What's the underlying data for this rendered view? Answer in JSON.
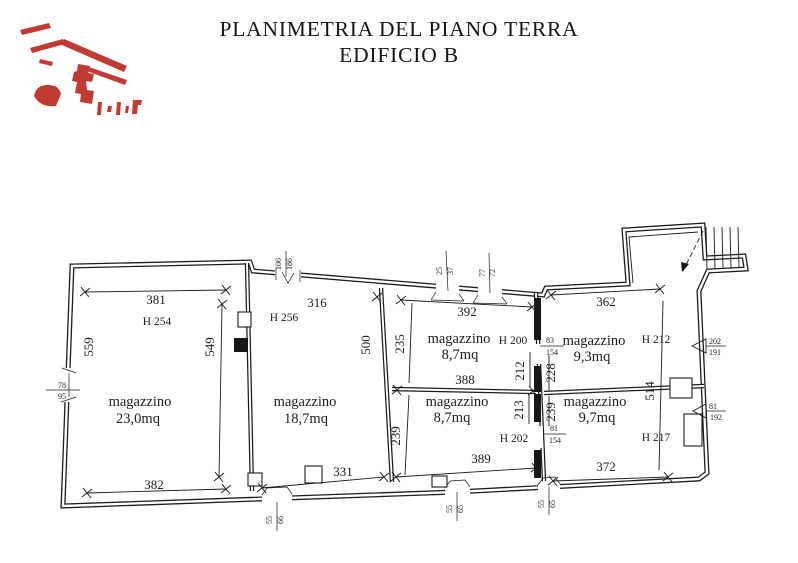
{
  "title": {
    "line1": "PLANIMETRIA DEL PIANO TERRA",
    "line2": "EDIFICIO B"
  },
  "colors": {
    "ink": "#1c1c1c",
    "logo_red": "#c23b33",
    "paper": "#ffffff"
  },
  "rooms": [
    {
      "label": "magazzino",
      "area": "23,0mq",
      "height": "H 254"
    },
    {
      "label": "magazzino",
      "area": "18,7mq",
      "height": "H 256"
    },
    {
      "label": "magazzino",
      "area": "8,7mq",
      "height": "H 200"
    },
    {
      "label": "magazzino",
      "area": "9,3mq",
      "height": "H 212"
    },
    {
      "label": "magazzino",
      "area": "8,7mq",
      "height": "H 202"
    },
    {
      "label": "magazzino",
      "area": "9,7mq",
      "height": "H 217"
    }
  ],
  "dims": {
    "d381": "381",
    "d382": "382",
    "d559": "559",
    "d549": "549",
    "d316": "316",
    "d331": "331",
    "d500": "500",
    "d392": "392",
    "d388": "388",
    "d389": "389",
    "d235": "235",
    "d239_left": "239",
    "d212": "212",
    "d228": "228",
    "d213": "213",
    "d239_right": "239",
    "d362": "362",
    "d372": "372",
    "d514": "514",
    "win_left": {
      "w": "78",
      "h": "95"
    },
    "door_top": {
      "w": "106",
      "h": "186"
    },
    "win_top1": {
      "w": "25",
      "h": "37"
    },
    "win_top2": {
      "w": "77",
      "h": "72"
    },
    "door_mid_upper": {
      "w": "83",
      "h": "154"
    },
    "door_mid_lower": {
      "w": "81",
      "h": "154"
    },
    "door_right_upper": {
      "w": "202",
      "h": "191"
    },
    "door_right_lower": {
      "w": "81",
      "h": "192"
    },
    "win_bottom1": {
      "w": "55",
      "h": "66"
    },
    "win_bottom2": {
      "w": "55",
      "h": "65"
    },
    "win_bottom3": {
      "w": "55",
      "h": "65"
    }
  }
}
